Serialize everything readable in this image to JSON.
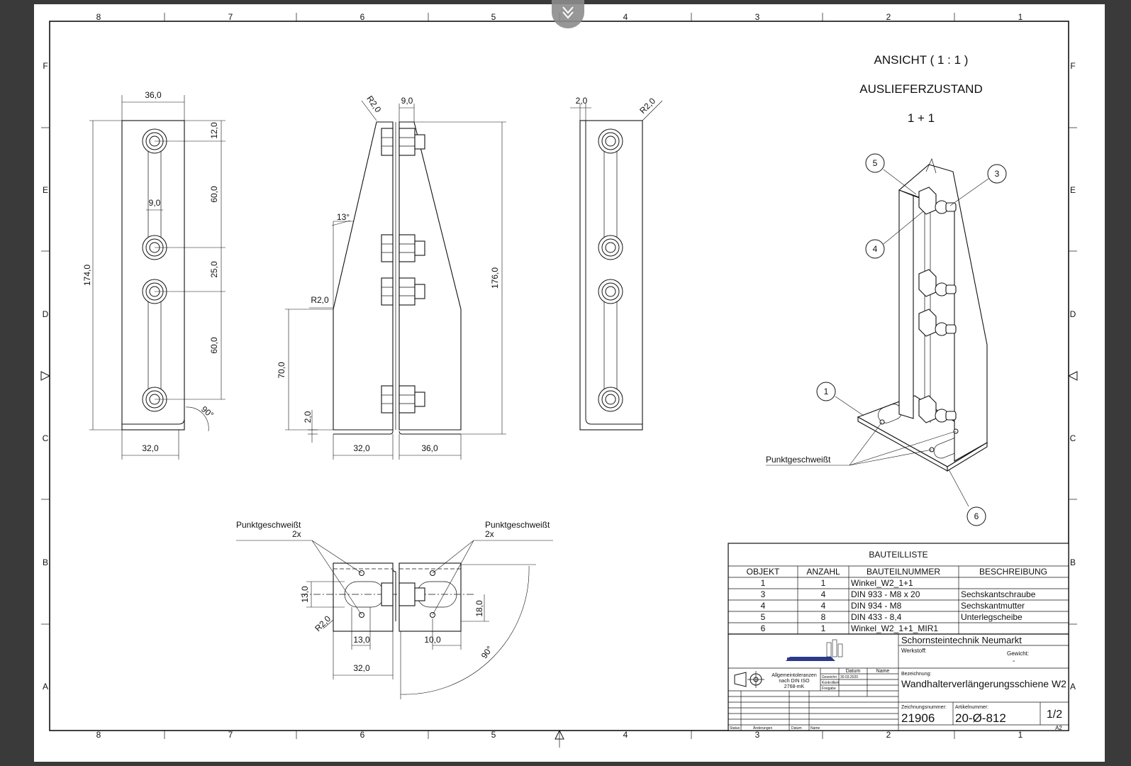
{
  "frame": {
    "columns": [
      "8",
      "7",
      "6",
      "5",
      "4",
      "3",
      "2",
      "1"
    ],
    "rows": [
      "F",
      "E",
      "D",
      "C",
      "B",
      "A"
    ]
  },
  "header": {
    "view_title": "ANSICHT ( 1 : 1 )",
    "state": "AUSLIEFERZUSTAND",
    "config": "1 + 1"
  },
  "dims": {
    "v1_top_width": "36,0",
    "v1_height": "174,0",
    "v1_top": "12,0",
    "v1_slot1": "60,0",
    "v1_mid": "25,0",
    "v1_slot2": "60,0",
    "v1_slot_width": "9,0",
    "v1_angle": "90°",
    "v1_bottom_width": "32,0",
    "v2_radius_top": "R2,0",
    "v2_top_width": "9,0",
    "v2_angle": "13°",
    "v2_radius_mid": "R2,0",
    "v2_lower_height": "70,0",
    "v2_thickness": "2,0",
    "v2_height": "176,0",
    "v2_bottom_left": "32,0",
    "v2_bottom_right": "36,0",
    "v3_thickness": "2,0",
    "v3_radius": "R2,0",
    "v4_slot_height": "13,0",
    "v4_radius": "R2,0",
    "v4_dim_13": "13,0",
    "v4_dim_10": "10,0",
    "v4_dim_18": "18,0",
    "v4_width": "32,0",
    "v4_angle": "90°"
  },
  "notes": {
    "weld_iso": "Punktgeschweißt",
    "weld_left": "Punktgeschweißt",
    "weld_left_count": "2x",
    "weld_right": "Punktgeschweißt",
    "weld_right_count": "2x"
  },
  "balloons": [
    "5",
    "3",
    "4",
    "1",
    "6"
  ],
  "bom": {
    "title": "BAUTEILLISTE",
    "headers": [
      "OBJEKT",
      "ANZAHL",
      "BAUTEILNUMMER",
      "BESCHREIBUNG"
    ],
    "rows": [
      [
        "1",
        "1",
        "Winkel_W2_1+1",
        ""
      ],
      [
        "3",
        "4",
        "DIN 933 - M8  x 20",
        "Sechskantschraube"
      ],
      [
        "4",
        "4",
        "DIN 934 - M8",
        "Sechskantmutter"
      ],
      [
        "5",
        "8",
        "DIN 433 - 8,4",
        "Unterlegscheibe"
      ],
      [
        "6",
        "1",
        "Winkel_W2_1+1_MIR1",
        ""
      ]
    ]
  },
  "title_block": {
    "company": "Schornsteintechnik Neumarkt",
    "material_label": "Werkstoff:",
    "weight_label": "Gewicht:",
    "weight_value": "-",
    "tolerance_line1": "Allgemeintoleranzen",
    "tolerance_line2": "nach DIN ISO",
    "tolerance_line3": "2768-mK",
    "col_date": "Datum",
    "col_name": "Name",
    "row_drawn": "Gezeichn",
    "drawn_date": "30.03.2020",
    "row_checked": "Kontrolliert",
    "row_release": "Freigabe",
    "rev_status": "Status",
    "rev_changes": "Änderungen",
    "rev_date": "Datum",
    "rev_name": "Name",
    "designation_label": "Bezeichnung:",
    "designation": "Wandhalterverlängerungsschiene W2",
    "drawing_no_label": "Zeichnungsnummer:",
    "drawing_no": "21906",
    "article_no_label": "Artikelnummer:",
    "article_no": "20-Ø-812",
    "sheet": "1/2",
    "format": "A2"
  }
}
